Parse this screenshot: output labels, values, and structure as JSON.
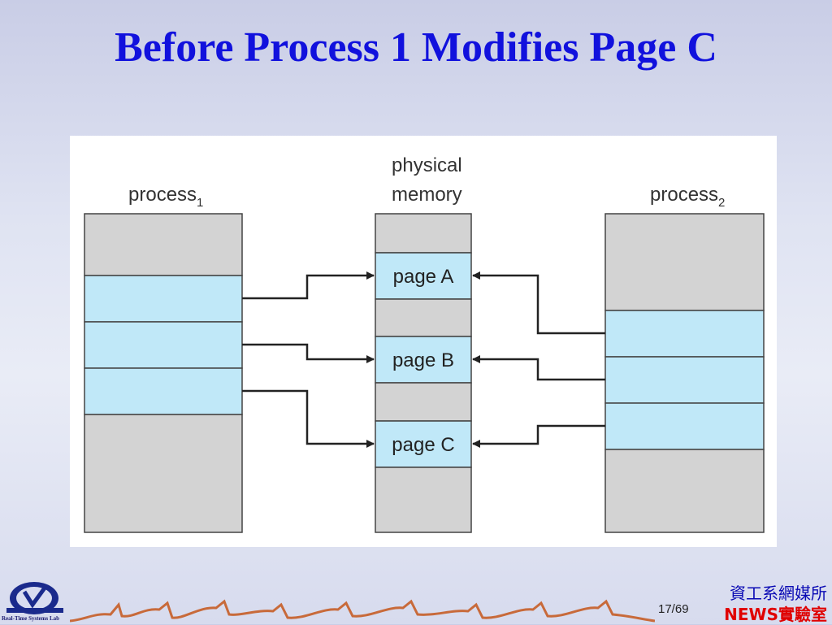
{
  "slide": {
    "title": "Before Process 1 Modifies Page C",
    "page_number": "17/69",
    "dept_name": "資工系網媒所",
    "lab_name": "NEWS實驗室",
    "logo_text": "Real-Time Systems Lab"
  },
  "diagram": {
    "process1": {
      "label": "process",
      "subscript": "1"
    },
    "physical_memory": {
      "label_line1": "physical",
      "label_line2": "memory"
    },
    "process2": {
      "label": "process",
      "subscript": "2"
    },
    "pages": [
      {
        "label": "page A"
      },
      {
        "label": "page B"
      },
      {
        "label": "page C"
      }
    ]
  },
  "colors": {
    "title": "#1111dd",
    "unused_block": "#d3d3d3",
    "mapped_block": "#c0e8f8",
    "arrow": "#222222",
    "dept_name": "#0a0ab4",
    "lab_name": "#e00000"
  }
}
